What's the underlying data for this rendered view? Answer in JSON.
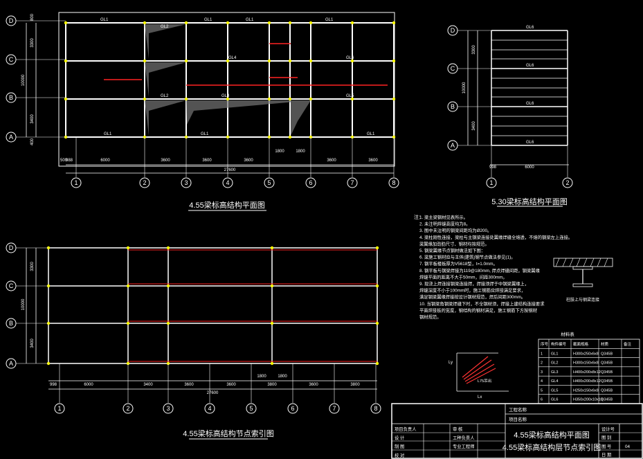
{
  "plan1": {
    "title": "4.55梁标高结构平面图",
    "grid_x": [
      "1",
      "2",
      "3",
      "4",
      "5",
      "6",
      "7",
      "8"
    ],
    "grid_y": [
      "D",
      "C",
      "B",
      "A"
    ],
    "dims_x": [
      "500",
      "988",
      "6000",
      "3600",
      "3600",
      "3600",
      "3600",
      "3600"
    ],
    "dims_y": [
      "800",
      "3300",
      "3400",
      "400"
    ],
    "overall_x": "27600",
    "overall_y": "10000",
    "sub_dims": [
      "1800",
      "1800"
    ],
    "beam_labels": [
      "GL1",
      "GL1",
      "GL1",
      "GL1",
      "GL1",
      "GL1",
      "GL1",
      "GL2",
      "GL2",
      "GL3",
      "GL4",
      "GL5",
      "GL6"
    ]
  },
  "plan2": {
    "title": "5.30梁标高结构平面图",
    "grid_x": [
      "1",
      "2"
    ],
    "grid_y": [
      "D",
      "C",
      "B",
      "A"
    ],
    "dims_x": [
      "998",
      "6000"
    ],
    "dims_y": [
      "3300",
      "3400"
    ],
    "overall_y": "10000",
    "beam_labels": [
      "GL6",
      "GL6",
      "GL6",
      "GL6"
    ]
  },
  "plan3": {
    "title": "4.55梁标高结构节点索引图",
    "grid_x": [
      "1",
      "2",
      "3",
      "4",
      "5",
      "6",
      "7",
      "8"
    ],
    "grid_y": [
      "D",
      "C",
      "B",
      "A"
    ],
    "dims_x": [
      "998",
      "6000",
      "3400",
      "3600",
      "3600",
      "3800",
      "3600",
      "3800"
    ],
    "overall_x": "27600",
    "dims_y": [
      "3300",
      "3400"
    ],
    "overall_y": "10000",
    "sub_dims": [
      "1800",
      "1800"
    ]
  },
  "notes": {
    "heading": "注：",
    "items": [
      "1. 梁主梁钢材见表所示。",
      "2. 未注明焊缝高度均为8。",
      "3. 图中未注明的钢梁间距均为Ø200。",
      "4. 梁柱刚性连接，梁柱与主钢梁连接处翼缘焊缝全熔透，不熔的钢梁左上连接。",
      "   梁翼缘加劲肋尺寸、钢材均按规范。",
      "5. 钢梁翼缘节点钢材做法如下图：",
      "6. 梁施工钢材应与主体(建筑)钢节点做法参见(1)。",
      "7. 钢平板楼板厚为V5618型，t=1.0mm。",
      "8. 钢平板与钢梁焊接为119@180mm, 焊点焊缝间距，钢梁翼缘",
      "   焊缝平面的距离不大于50mm，间距300mm。",
      "9. 现浇上焊连接钢梁连接焊，焊接须焊于中钢梁翼缘上，",
      "   焊缝深度不小于100mm时，施工钢筋应焊接满足要求，",
      "   满足钢梁翼缘焊接按设计钢材规范，焊后间距300mm。",
      "10. 当钢梁角钢梁焊缝下时，不全钢材须，焊接上建结构连接要求",
      "   平面焊接板的宽度，钢结构的钢材满足，施工钢筋下方按钢材",
      "   钢材规范。"
    ],
    "detail_caption": "柱肢上与钢梁连接",
    "small_note": "L75吊出",
    "lx": "Lx",
    "ly": "Ly"
  },
  "material_table": {
    "title": "材料表",
    "headers": [
      "序号",
      "构件编号",
      "截面规格",
      "材质",
      "备注"
    ],
    "rows": [
      [
        "1",
        "GL1",
        "H300x250x6x8",
        "Q345B",
        ""
      ],
      [
        "2",
        "GL2",
        "H300x150x6x8",
        "Q345B",
        ""
      ],
      [
        "3",
        "GL3",
        "H400x200x8x12",
        "Q345B",
        ""
      ],
      [
        "4",
        "GL4",
        "H400x200x8x12",
        "Q345B",
        ""
      ],
      [
        "5",
        "GL5",
        "H250x150x6x8",
        "Q345B",
        ""
      ],
      [
        "6",
        "GL6",
        "H350x200x10x10",
        "Q345B",
        ""
      ]
    ]
  },
  "title_block": {
    "project_label": "工程名称",
    "sub_label": "项目名称",
    "left_rows": [
      [
        "项目负责人",
        "审 核"
      ],
      [
        "设 计",
        "工种负责人"
      ],
      [
        "制 图",
        "专业工程师"
      ],
      [
        "校 对",
        ""
      ]
    ],
    "drawing_title_1": "4.55梁标高结构平面图",
    "drawing_title_2": "4.55梁标高结构层节点索引图",
    "right_labels": [
      "设计号",
      "图 别",
      "图 号",
      "日 期"
    ],
    "drawing_no": "04"
  },
  "colors": {
    "background": "#000000",
    "line": "#ffffff",
    "axis": "#00ffff",
    "beam": "#ffff00",
    "hatch": "#ff0000",
    "text_green": "#00ff00"
  }
}
